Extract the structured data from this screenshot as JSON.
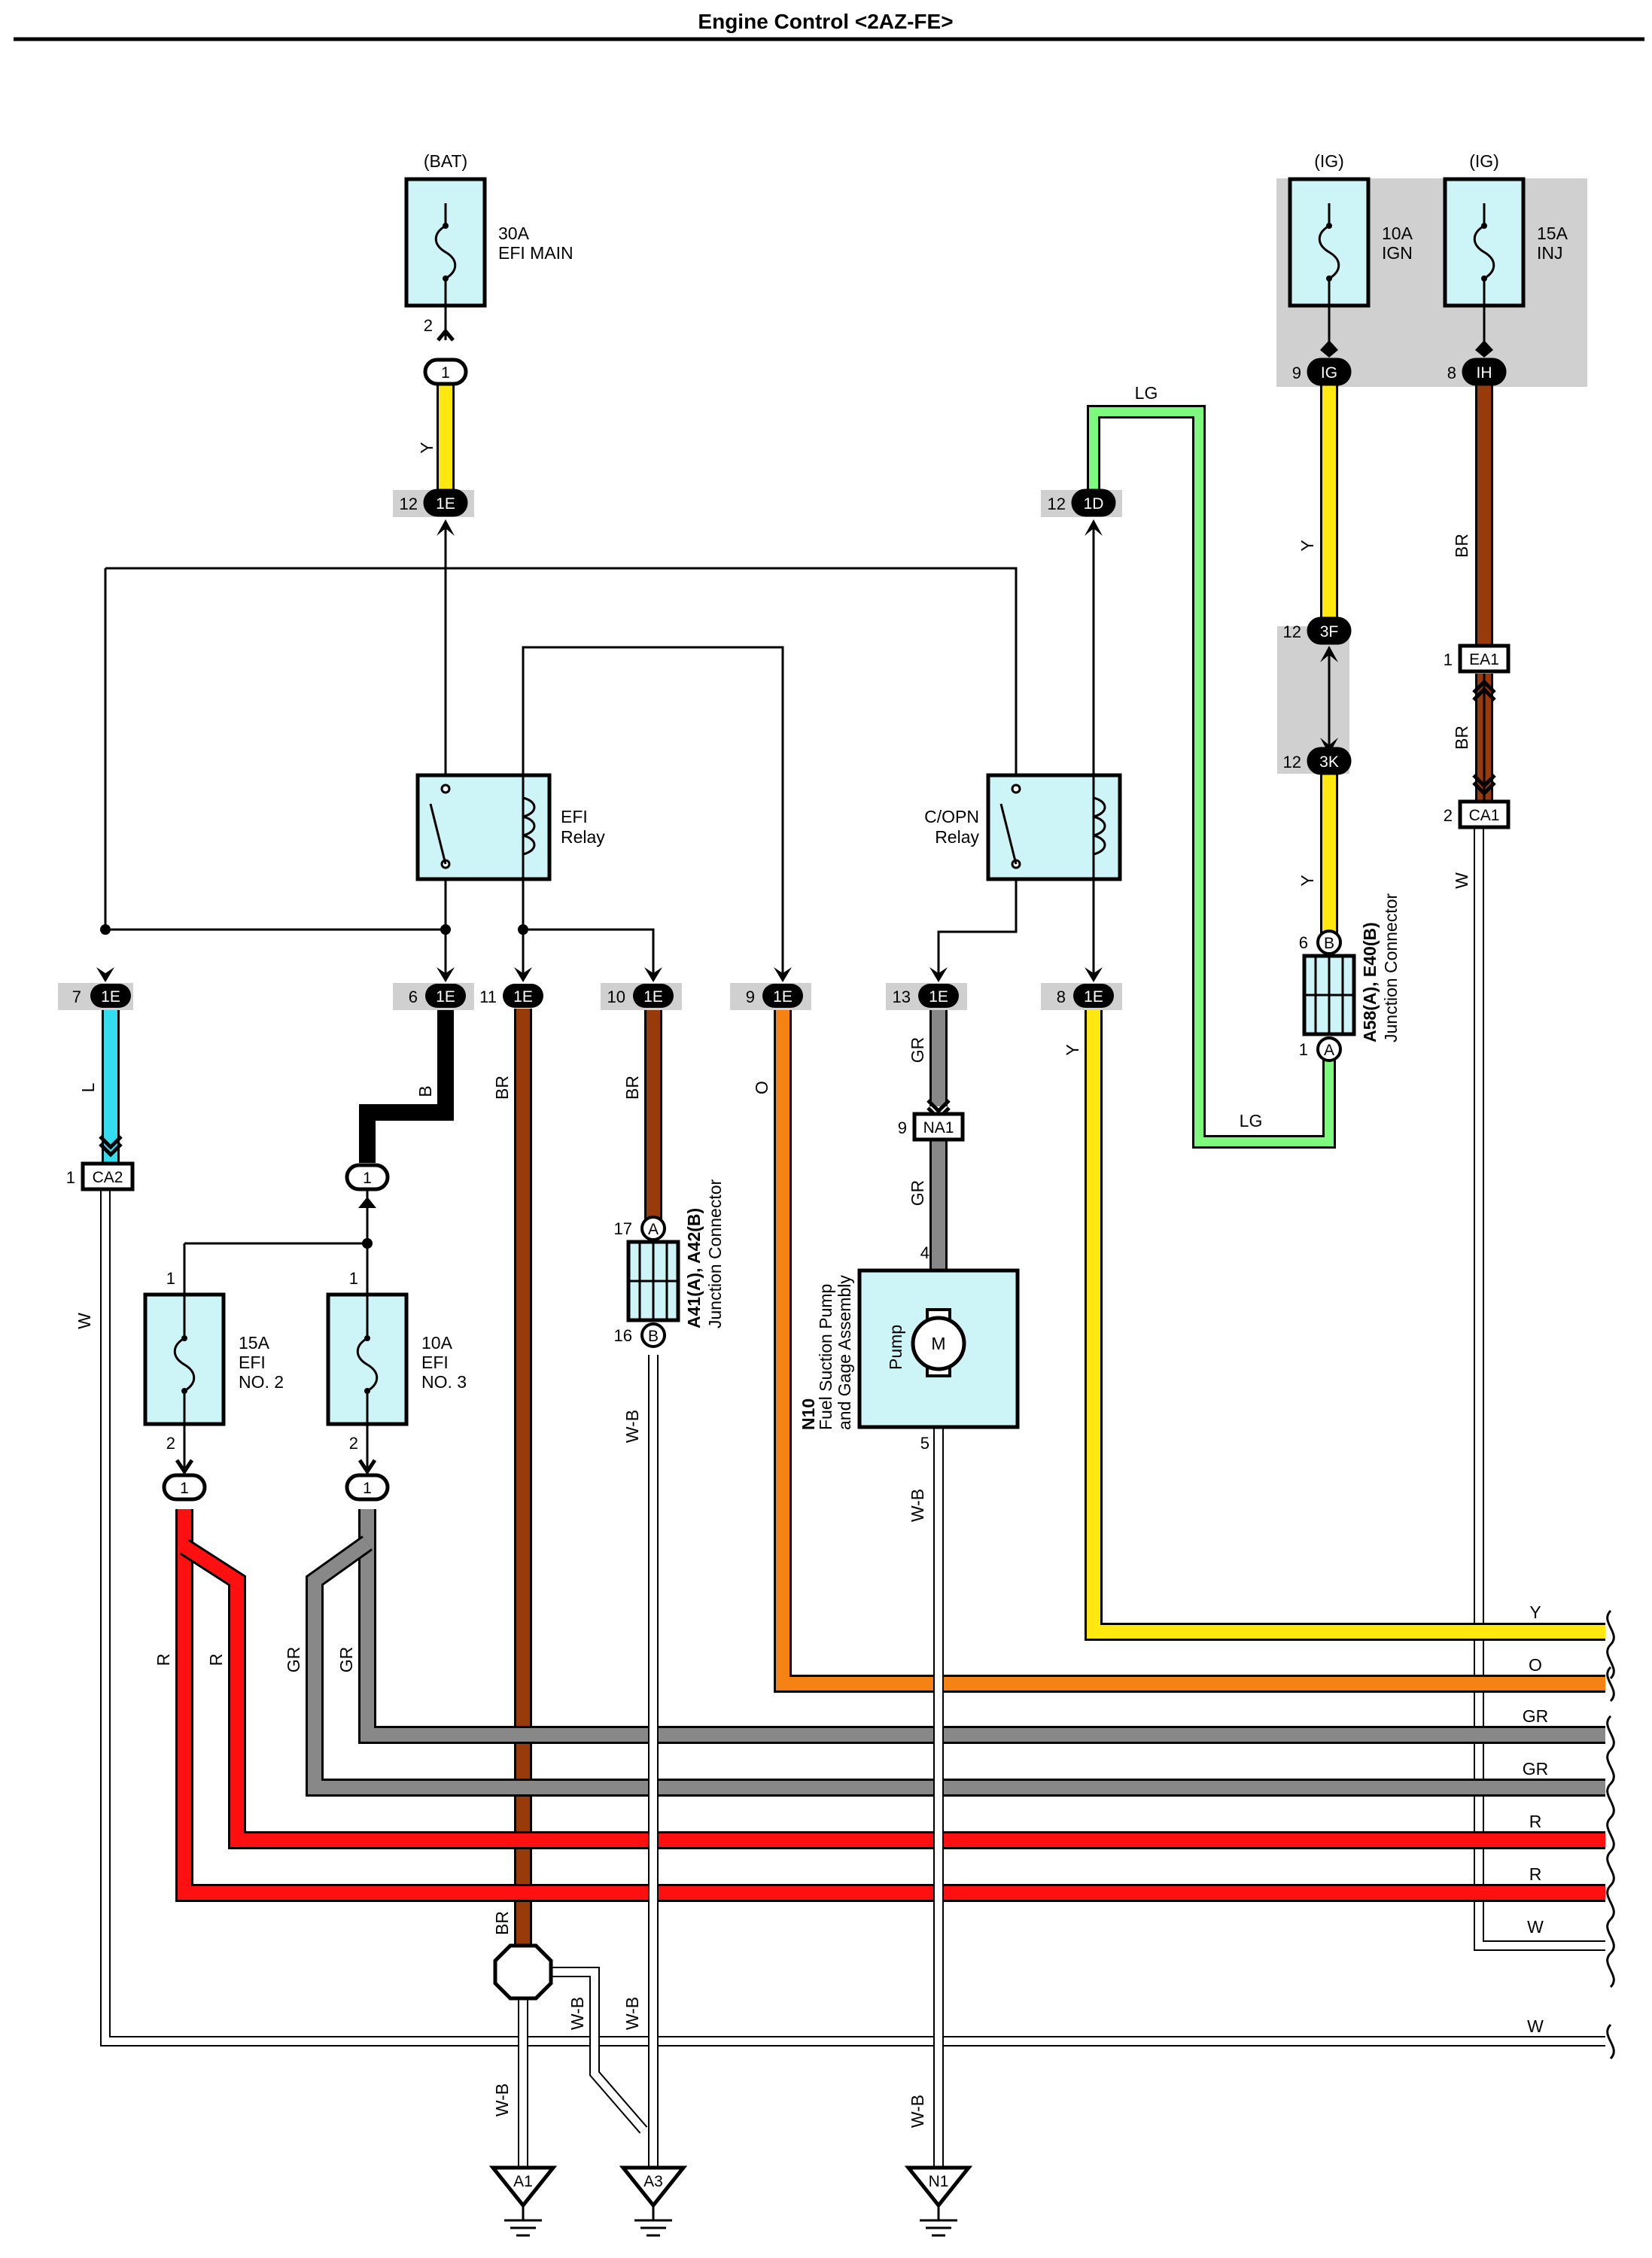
{
  "title": "Engine Control <2AZ-FE>",
  "colors": {
    "Y": "#ffe810",
    "BR": "#993a0a",
    "LG": "#7dfa7d",
    "L": "#33ddee",
    "B": "#000000",
    "O": "#f58212",
    "GR": "#888888",
    "R": "#ff1010",
    "W": "#ffffff",
    "W-B": "#ffffff",
    "component_fill": "#cdf5f7",
    "shade": "#d0d0d0"
  },
  "power_labels": {
    "bat": "(BAT)",
    "ig1": "(IG)",
    "ig2": "(IG)"
  },
  "fuses": {
    "efi_main": {
      "amp": "30A",
      "name": "EFI MAIN",
      "pin_out": "2"
    },
    "ign": {
      "amp": "10A",
      "name": "IGN",
      "pin_out": "9"
    },
    "inj": {
      "amp": "15A",
      "name": "INJ",
      "pin_out": "8"
    },
    "efi2": {
      "amp": "15A",
      "name1": "EFI",
      "name2": "NO. 2",
      "pin_in": "1",
      "pin_out": "2"
    },
    "efi3": {
      "amp": "10A",
      "name1": "EFI",
      "name2": "NO. 3",
      "pin_in": "1",
      "pin_out": "2"
    }
  },
  "relays": {
    "efi": {
      "line1": "EFI",
      "line2": "Relay"
    },
    "copn": {
      "line1": "C/OPN",
      "line2": "Relay"
    }
  },
  "connectors": {
    "c_efimain": "1",
    "c_1e_12": {
      "id": "1E",
      "pin": "12"
    },
    "c_1d_12": {
      "id": "1D",
      "pin": "12"
    },
    "c_ig": {
      "id": "IG",
      "pin": "9"
    },
    "c_ih": {
      "id": "IH",
      "pin": "8"
    },
    "c_3f": {
      "id": "3F",
      "pin": "12"
    },
    "c_3k": {
      "id": "3K",
      "pin": "12"
    },
    "c_ea1": {
      "id": "EA1",
      "pin": "1"
    },
    "c_ca1": {
      "id": "CA1",
      "pin": "2"
    },
    "c_1e_7": {
      "id": "1E",
      "pin": "7"
    },
    "c_1e_6": {
      "id": "1E",
      "pin": "6"
    },
    "c_1e_11": {
      "id": "1E",
      "pin": "11"
    },
    "c_1e_10": {
      "id": "1E",
      "pin": "10"
    },
    "c_1e_9": {
      "id": "1E",
      "pin": "9"
    },
    "c_1e_13": {
      "id": "1E",
      "pin": "13"
    },
    "c_1e_8": {
      "id": "1E",
      "pin": "8"
    },
    "c_ca2": {
      "id": "CA2",
      "pin": "1"
    },
    "c_na1": {
      "id": "NA1",
      "pin": "9"
    },
    "c_one_b": "1",
    "c_efi2_out": "1",
    "c_efi3_out": "1"
  },
  "junction_connectors": {
    "a41": {
      "title": "A41(A), A42(B)",
      "sub": "Junction Connector",
      "pin_top": "17",
      "letter_top": "A",
      "pin_bottom": "16",
      "letter_bottom": "B"
    },
    "a58": {
      "title": "A58(A), E40(B)",
      "sub": "Junction Connector",
      "pin_top": "6",
      "letter_top": "B",
      "pin_bottom": "1",
      "letter_bottom": "A"
    }
  },
  "pump": {
    "id": "N10",
    "line1": "Fuel Suction Pump",
    "line2": "and Gage Assembly",
    "label": "Pump",
    "motor": "M",
    "pin_in": "4",
    "pin_out": "5"
  },
  "wire_labels": {
    "y_efimain": "Y",
    "lg_top": "LG",
    "lg_bottom": "LG",
    "y_ig_upper": "Y",
    "y_ig_lower": "Y",
    "br_ih": "BR",
    "br_ea1": "BR",
    "w_ca1": "W",
    "l_7": "L",
    "b_6": "B",
    "br_11": "BR",
    "br_10": "BR",
    "o_9": "O",
    "gr_13": "GR",
    "y_8": "Y",
    "gr_na1": "GR",
    "w_ca2": "W",
    "wb_a41": "W-B",
    "wb_pump": "W-B",
    "r_left": "R",
    "r_right": "R",
    "gr_left": "GR",
    "gr_right": "GR",
    "br_bottom": "BR",
    "wb_j1": "W-B",
    "wb_j2": "W-B",
    "wb_a1": "W-B",
    "wb_n1": "W-B"
  },
  "bus_labels": [
    "Y",
    "O",
    "GR",
    "GR",
    "R",
    "R",
    "W",
    "W"
  ],
  "grounds": {
    "a1": "A1",
    "a3": "A3",
    "n1": "N1"
  }
}
